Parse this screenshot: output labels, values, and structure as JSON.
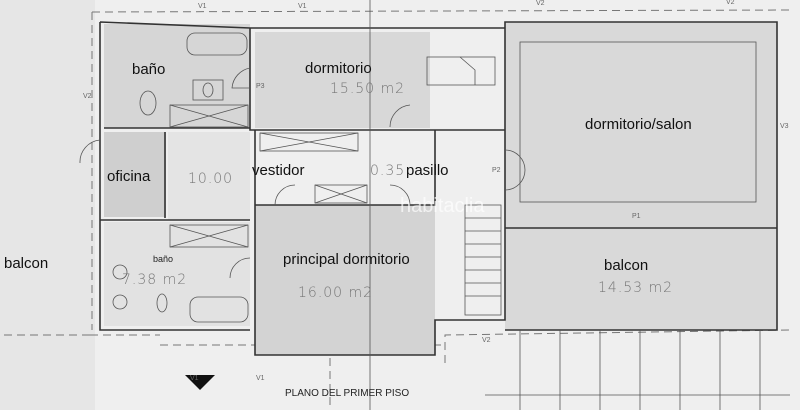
{
  "plan": {
    "title": "PLANO DEL PRIMER PISO",
    "watermark": "habitaclia",
    "rooms": {
      "bano_top": {
        "label": "baño"
      },
      "dormitorio": {
        "label": "dormitorio",
        "area": "15.50  m2"
      },
      "dormitorio_salon": {
        "label": "dormitorio/salon"
      },
      "oficina": {
        "label": "oficina",
        "area": "10.00"
      },
      "vestidor": {
        "label": "vestidor"
      },
      "pasillo": {
        "label": "pasillo",
        "area": "0.35"
      },
      "principal": {
        "label": "principal dormitorio",
        "area": "16.00  m2"
      },
      "bano_bottom": {
        "label": "baño",
        "area": "7.38  m2"
      },
      "balcon_left": {
        "label": "balcon"
      },
      "balcon_right": {
        "label": "balcon",
        "area": "14.53  m2"
      }
    },
    "markers": {
      "v1": "V1",
      "v2": "V2",
      "v3": "V3",
      "p1": "P1",
      "p2": "P2",
      "p3": "P3"
    }
  },
  "colors": {
    "room_fill": "#d4d4d4",
    "dark_fill": "#c9c9c9",
    "paper": "#f2f2f2"
  }
}
